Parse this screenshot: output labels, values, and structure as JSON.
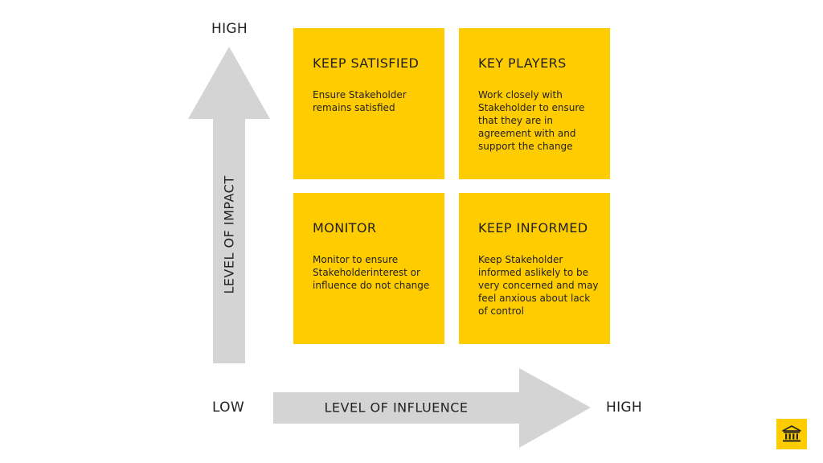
{
  "colors": {
    "quadrant": "#FFCC00",
    "arrow": "#D4D4D4",
    "text": "#222222",
    "background": "#FFFFFF"
  },
  "axes": {
    "y_high": "HIGH",
    "x_low": "LOW",
    "x_high": "HIGH",
    "y_title": "LEVEL OF IMPACT",
    "x_title": "LEVEL OF INFLUENCE"
  },
  "quadrants": [
    {
      "title": "KEEP SATISFIED",
      "text": "Ensure Stakeholder remains satisfied"
    },
    {
      "title": "KEY PLAYERS",
      "text": "Work closely with Stakeholder to ensure that they are in agreement with and support the change"
    },
    {
      "title": "MONITOR",
      "text": "Monitor to ensure Stakeholderinterest or influence do not change"
    },
    {
      "title": "KEEP INFORMED",
      "text": "Keep Stakeholder informed aslikely to be very concerned and may feel anxious about lack of control"
    }
  ],
  "logo_icon": "bank-building-icon"
}
